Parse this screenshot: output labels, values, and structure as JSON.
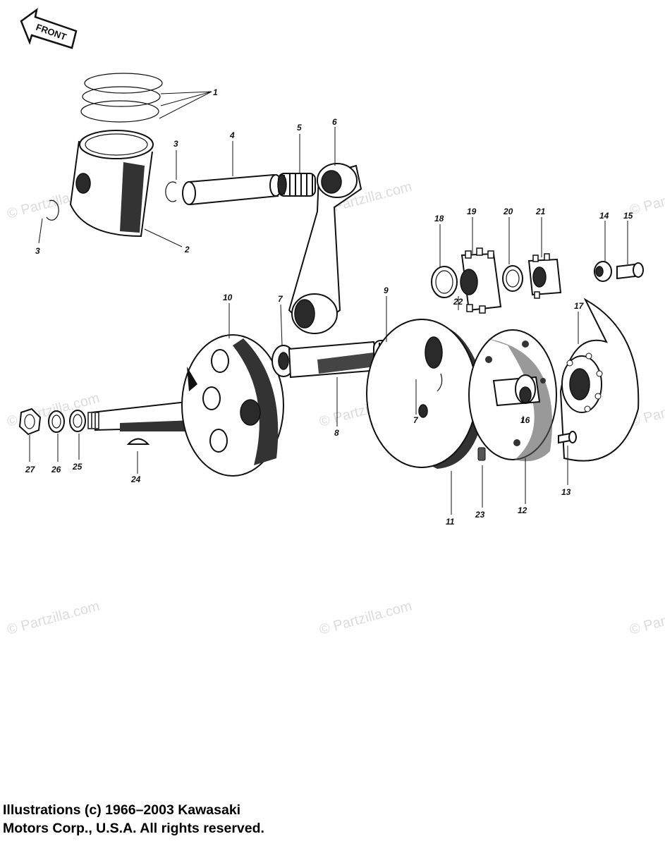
{
  "orientation_label": "FRONT",
  "watermark": "© Partzilla.com",
  "copyright": {
    "line1": "Illustrations (c) 1966–2003 Kawasaki",
    "line2": "Motors Corp., U.S.A.  All rights reserved."
  },
  "callouts": {
    "c1": "1",
    "c2": "2",
    "c3a": "3",
    "c3b": "3",
    "c4": "4",
    "c5": "5",
    "c6": "6",
    "c7a": "7",
    "c7b": "7",
    "c8": "8",
    "c9": "9",
    "c10": "10",
    "c11": "11",
    "c12": "12",
    "c13": "13",
    "c14": "14",
    "c15": "15",
    "c16": "16",
    "c17": "17",
    "c18": "18",
    "c19": "19",
    "c20": "20",
    "c21": "21",
    "c22": "22",
    "c23": "23",
    "c24": "24",
    "c25": "25",
    "c26": "26",
    "c27": "27"
  }
}
